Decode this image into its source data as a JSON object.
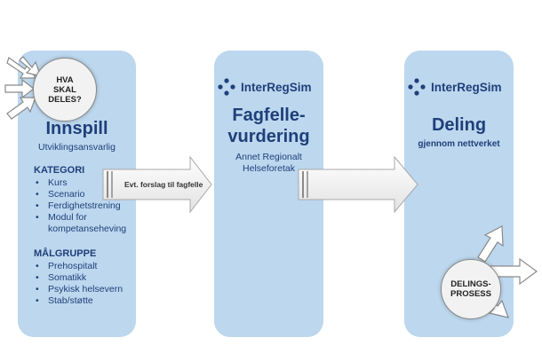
{
  "columns": [
    {
      "heading": "Innspill",
      "subtitle": "Utviklingsansvarlig",
      "bubble_lines": [
        "HVA",
        "SKAL",
        "DELES?"
      ],
      "kategori": {
        "title": "KATEGORI",
        "items": [
          "Kurs",
          "Scenario",
          "Ferdighetstrening",
          "Modul for kompetanseheving"
        ]
      },
      "malgruppe": {
        "title": "MÅLGRUPPE",
        "items": [
          "Prehospitalt",
          "Somatikk",
          "Psykisk helsevern",
          "Stab/støtte"
        ]
      }
    },
    {
      "logo_text": "InterRegSim",
      "heading_lines": [
        "Fagfelle-",
        "vurdering"
      ],
      "subtitle_lines": [
        "Annet Regionalt",
        "Helseforetak"
      ]
    },
    {
      "logo_text": "InterRegSim",
      "heading": "Deling",
      "subtitle": "gjennom nettverket",
      "bubble_lines": [
        "DELINGS-",
        "PROSESS"
      ]
    }
  ],
  "arrow_1_label": "Evt. forslag til fagfelle",
  "colors": {
    "column": "#bcd7ee",
    "text": "#1f3f7a",
    "arrow_fill": "#f2f2f2",
    "arrow_stroke": "#9a9a9a"
  }
}
